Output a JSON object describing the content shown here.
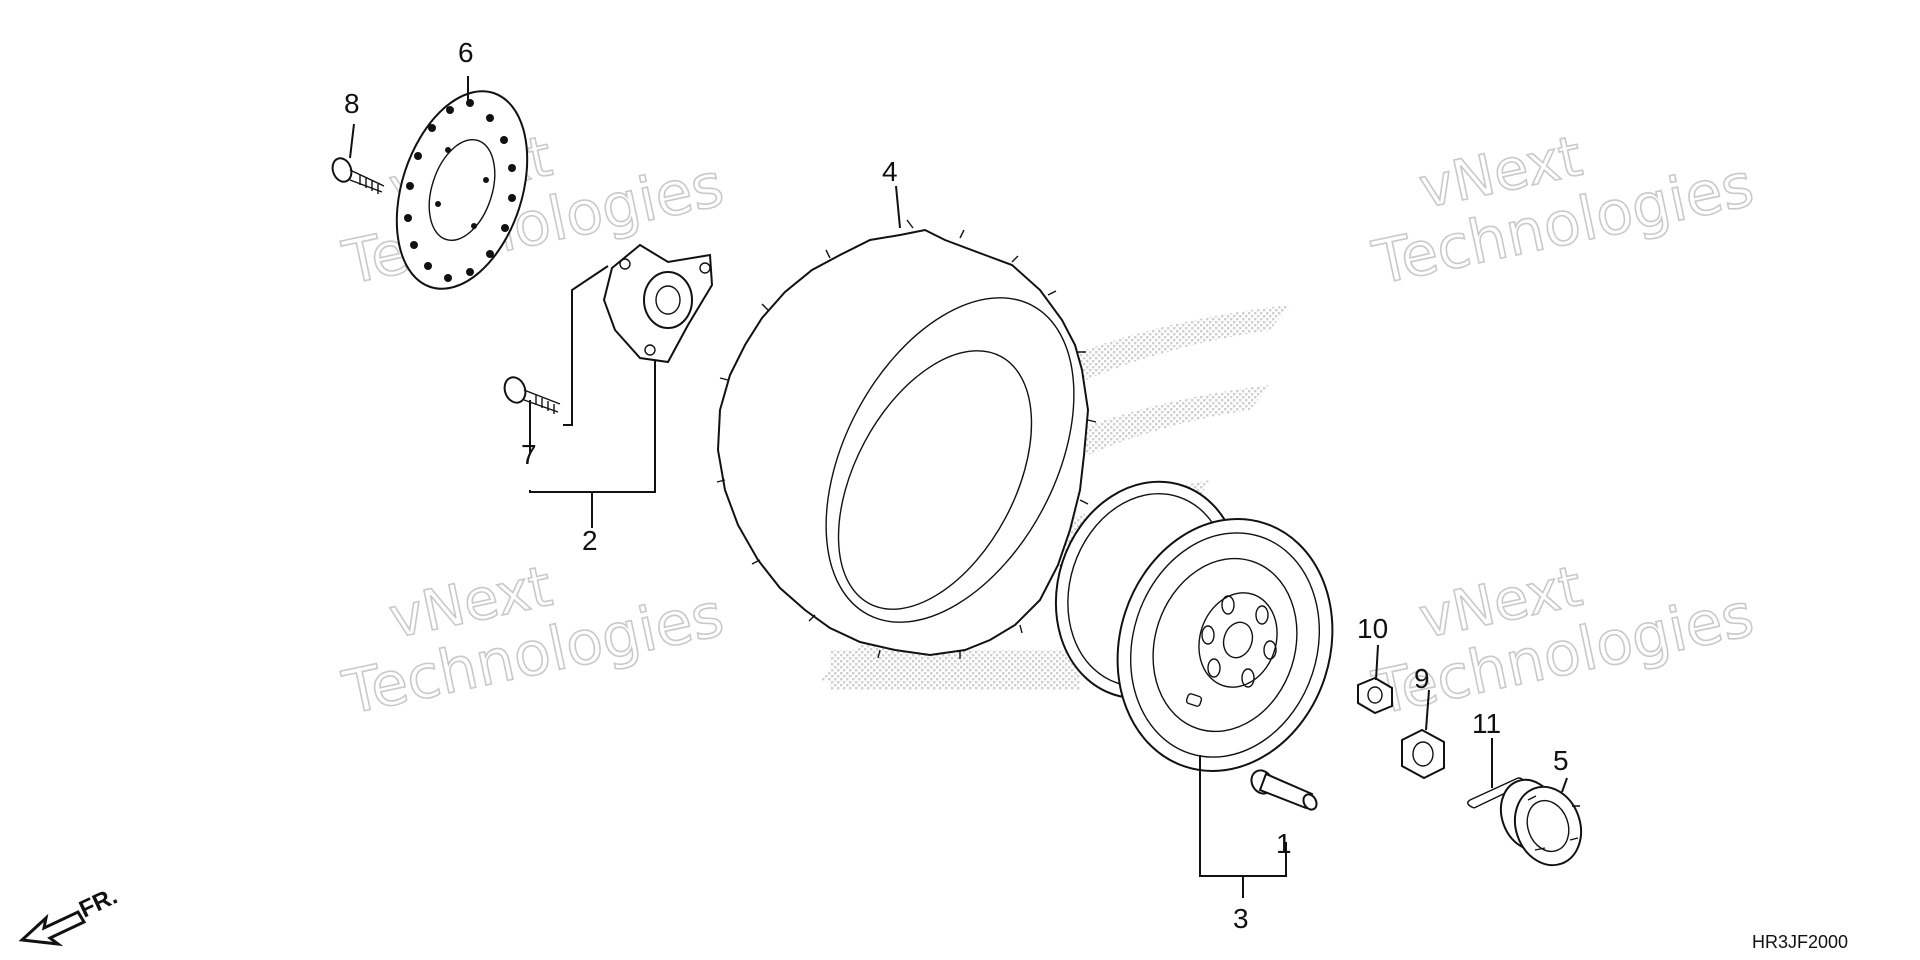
{
  "diagram": {
    "callouts": {
      "c1": "1",
      "c2": "2",
      "c3": "3",
      "c4": "4",
      "c5": "5",
      "c6": "6",
      "c7": "7",
      "c8": "8",
      "c9": "9",
      "c10": "10",
      "c11": "11"
    },
    "direction_label": "FR.",
    "diagram_code": "HR3JF2000"
  },
  "watermark": {
    "line1": "vNext",
    "line2": "Technologies"
  },
  "colors": {
    "ink": "#111111",
    "watermark": "#c9c9c9",
    "dither": "#cfcfcf",
    "background": "#ffffff"
  }
}
